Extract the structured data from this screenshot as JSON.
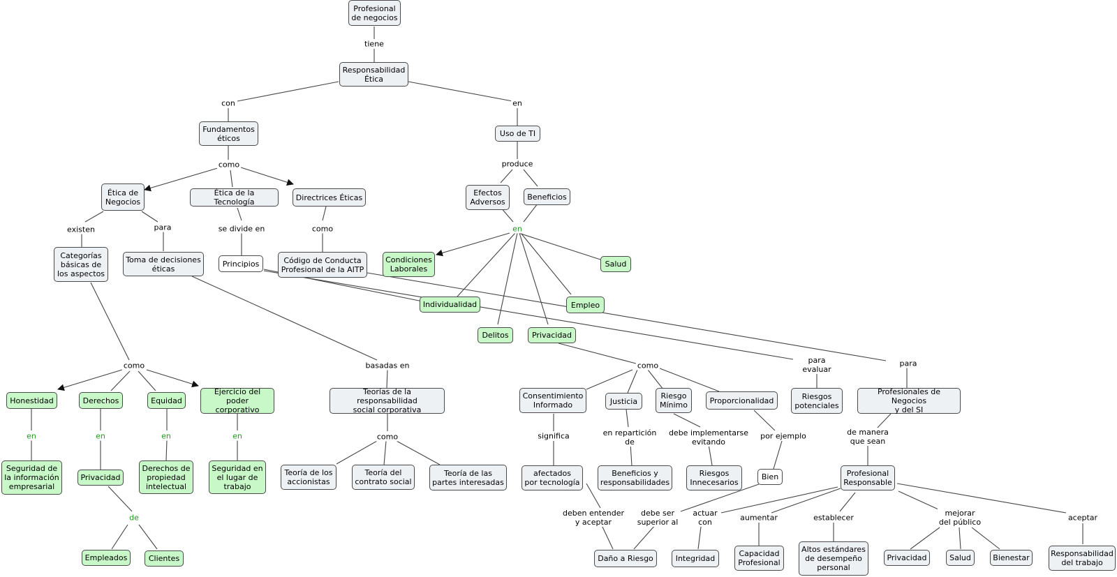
{
  "colors": {
    "node_gray": "#eef1f4",
    "node_green": "#c8f7c8",
    "link_label_green": "#1f9a1f",
    "line": "#444444"
  },
  "nodes": {
    "profesional_negocios": "Profesional\nde negocios",
    "responsabilidad_etica": "Responsabilidad\nÉtica",
    "fundamentos_eticos": "Fundamentos\néticos",
    "uso_ti": "Uso de TI",
    "etica_negocios": "Ética de\nNegocios",
    "etica_tecnologia": "Ética de la Tecnología",
    "directrices_eticas": "Directrices Éticas",
    "efectos_adversos": "Efectos\nAdversos",
    "beneficios": "Beneficios",
    "categorias_basicas": "Categorías\nbásicas de\nlos aspectos",
    "toma_decisiones": "Toma de decisiones\néticas",
    "principios": "Principios",
    "codigo_conducta": "Código de Conducta\nProfesional de la AITP",
    "condiciones_laborales": "Condiciones\nLaborales",
    "salud_top": "Salud",
    "individualidad": "Individualidad",
    "empleo": "Empleo",
    "delitos": "Delitos",
    "privacidad_mid": "Privacidad",
    "honestidad": "Honestidad",
    "derechos": "Derechos",
    "equidad": "Equidad",
    "ejercicio_poder": "Ejercicio del\npoder corporativo",
    "teorias_rsc": "Teorías de la responsabilidad\nsocial corporativa",
    "consentimiento": "Consentimiento\nInformado",
    "justicia": "Justicia",
    "riesgo_minimo": "Riesgo\nMínimo",
    "proporcionalidad": "Proporcionalidad",
    "riesgos_potenciales": "Riesgos\npotenciales",
    "profesionales_si": "Profesionales de Negocios\ny del SI",
    "seguridad_info": "Seguridad de\nla información\nempresarial",
    "privacidad_left": "Privacidad",
    "derechos_propiedad": "Derechos de\npropiedad\nintelectual",
    "seguridad_trabajo": "Seguridad en\nel lugar de\ntrabajo",
    "teoria_accionistas": "Teoría de los\naccionistas",
    "teoria_contrato": "Teoría del\ncontrato social",
    "teoria_partes": "Teoría de las\npartes interesadas",
    "afectados": "afectados\npor tecnología",
    "beneficios_resp": "Beneficios y\nresponsabilidades",
    "riesgos_innecesarios": "Riesgos\nInnecesarios",
    "bien": "Bien",
    "profesional_responsable": "Profesional\nResponsable",
    "empleados": "Empleados",
    "clientes": "Clientes",
    "dano_riesgo": "Daño a Riesgo",
    "integridad": "Integridad",
    "capacidad_profesional": "Capacidad\nProfesional",
    "altos_estandares": "Altos estándares\nde desempeño\npersonal",
    "privacidad_bottom": "Privacidad",
    "salud_bottom": "Salud",
    "bienestar": "Bienestar",
    "responsabilidad_trabajo": "Responsabilidad\ndel trabajo"
  },
  "links": {
    "tiene": "tiene",
    "con": "con",
    "en_uso": "en",
    "como_fund": "como",
    "produce": "produce",
    "existen": "existen",
    "para_toma": "para",
    "se_divide_en": "se divide en",
    "como_dir": "como",
    "en_efectos": "en",
    "como_cat": "como",
    "basadas_en": "basadas en",
    "como_priv": "como",
    "para_evaluar": "para\nevaluar",
    "para_prof": "para",
    "en_hon": "en",
    "en_der": "en",
    "en_equ": "en",
    "en_ejer": "en",
    "como_teorias": "como",
    "significa": "significa",
    "en_reparticion": "en repartición\nde",
    "debe_implementarse": "debe implementarse\nevitando",
    "por_ejemplo": "por ejemplo",
    "de_manera": "de manera\nque sean",
    "de_priv": "de",
    "deben_entender": "deben entender\ny aceptar",
    "debe_ser_superior": "debe ser\nsuperior al",
    "actuar_con": "actuar\ncon",
    "aumentar": "aumentar",
    "establecer": "establecer",
    "mejorar": "mejorar\ndel público",
    "aceptar": "aceptar"
  }
}
